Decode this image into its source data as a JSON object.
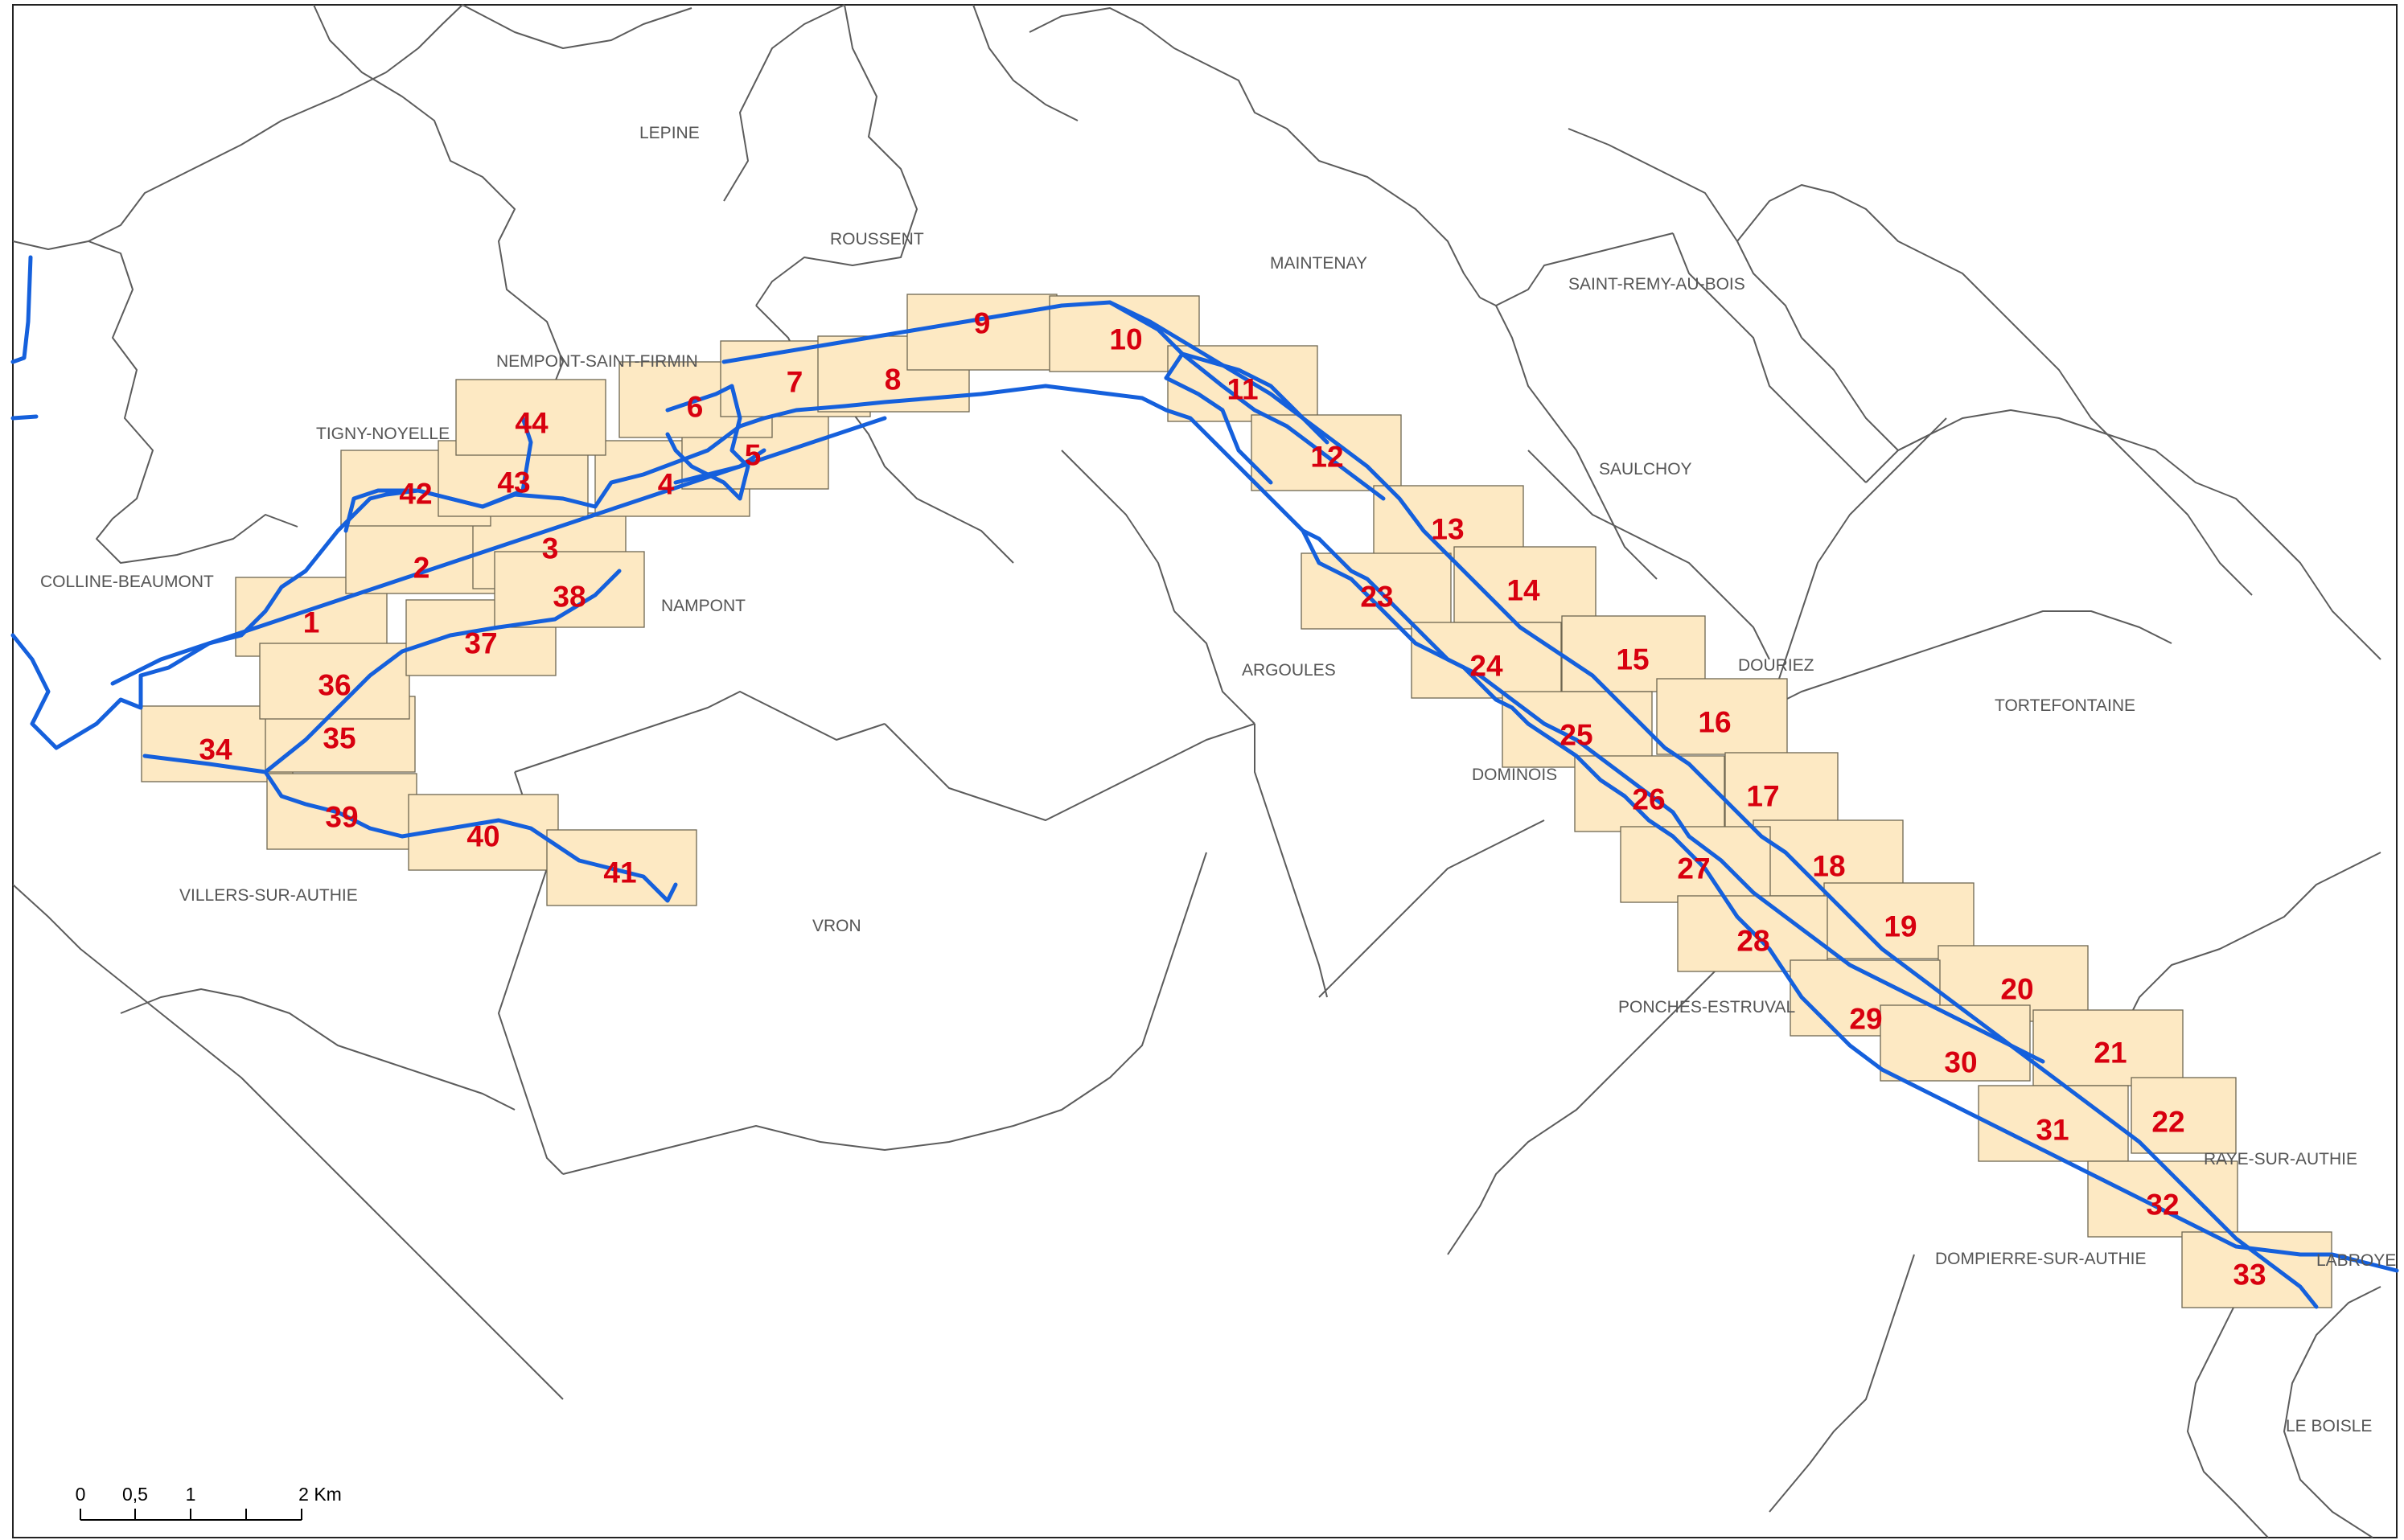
{
  "map": {
    "communes": [
      "LEPINE",
      "ROUSSENT",
      "MAINTENAY",
      "SAINT-REMY-AU-BOIS",
      "NEMPONT-SAINT-FIRMIN",
      "TIGNY-NOYELLE",
      "SAULCHOY",
      "COLLINE-BEAUMONT",
      "NAMPONT",
      "ARGOULES",
      "DOURIEZ",
      "TORTEFONTAINE",
      "DOMINOIS",
      "VILLERS-SUR-AUTHIE",
      "VRON",
      "PONCHES-ESTRUVAL",
      "RAYE-SUR-AUTHIE",
      "DOMPIERRE-SUR-AUTHIE",
      "LABROYE",
      "LE BOISLE"
    ],
    "tiles": [
      "1",
      "2",
      "3",
      "4",
      "5",
      "6",
      "7",
      "8",
      "9",
      "10",
      "11",
      "12",
      "13",
      "14",
      "15",
      "16",
      "17",
      "18",
      "19",
      "20",
      "21",
      "22",
      "23",
      "24",
      "25",
      "26",
      "27",
      "28",
      "29",
      "30",
      "31",
      "32",
      "33",
      "34",
      "35",
      "36",
      "37",
      "38",
      "39",
      "40",
      "41",
      "42",
      "43",
      "44"
    ],
    "colors": {
      "tile_fill": "#fde9c3",
      "tile_label": "#d8000f",
      "river": "#1560dc",
      "boundary": "#5c5c5c"
    }
  },
  "scalebar": {
    "ticks": [
      "0",
      "0,5",
      "1",
      "2 Km"
    ]
  }
}
